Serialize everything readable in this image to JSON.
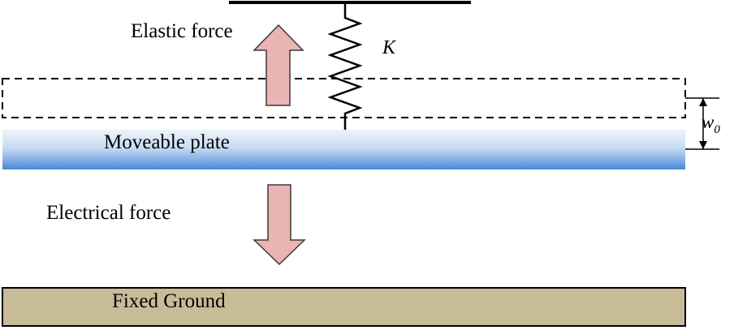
{
  "labels": {
    "elastic_force": "Elastic force",
    "spring_constant": "K",
    "moveable_plate": "Moveable plate",
    "gap_symbol": "w",
    "gap_subscript": "0",
    "electrical_force": "Electrical force",
    "fixed_ground": "Fixed Ground"
  },
  "colors": {
    "arrow_fill": "#eab4b2",
    "arrow_stroke": "#3a3a3a",
    "plate_top": "#eef4fc",
    "plate_bottom": "#4a86d6",
    "ground_fill": "#c8bb97",
    "line": "#000000"
  }
}
